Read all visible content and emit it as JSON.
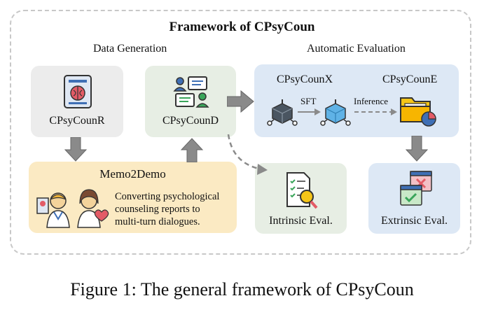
{
  "title": "Framework of CPsyCoun",
  "sections": {
    "data_generation": "Data Generation",
    "automatic_evaluation": "Automatic Evaluation"
  },
  "nodes": {
    "cpsycounr": "CPsyCounR",
    "cpsycound": "CPsyCounD",
    "cpsycounx": "CPsyCounX",
    "cpsycoune": "CPsyCounE",
    "memo2demo": "Memo2Demo",
    "memo2demo_desc": [
      "Converting psychological",
      "counseling reports to",
      "multi-turn dialogues."
    ],
    "intrinsic": "Intrinsic Eval.",
    "extrinsic": "Extrinsic Eval."
  },
  "edges": {
    "sft": "SFT",
    "inference": "Inference"
  },
  "caption": "Figure 1: The general framework of CPsyCoun",
  "colors": {
    "gray_box": "#ececec",
    "green_box": "#e7eee4",
    "blue_box": "#dde8f5",
    "yellow_box": "#fbeac3",
    "arrow": "#8a8a8a"
  }
}
